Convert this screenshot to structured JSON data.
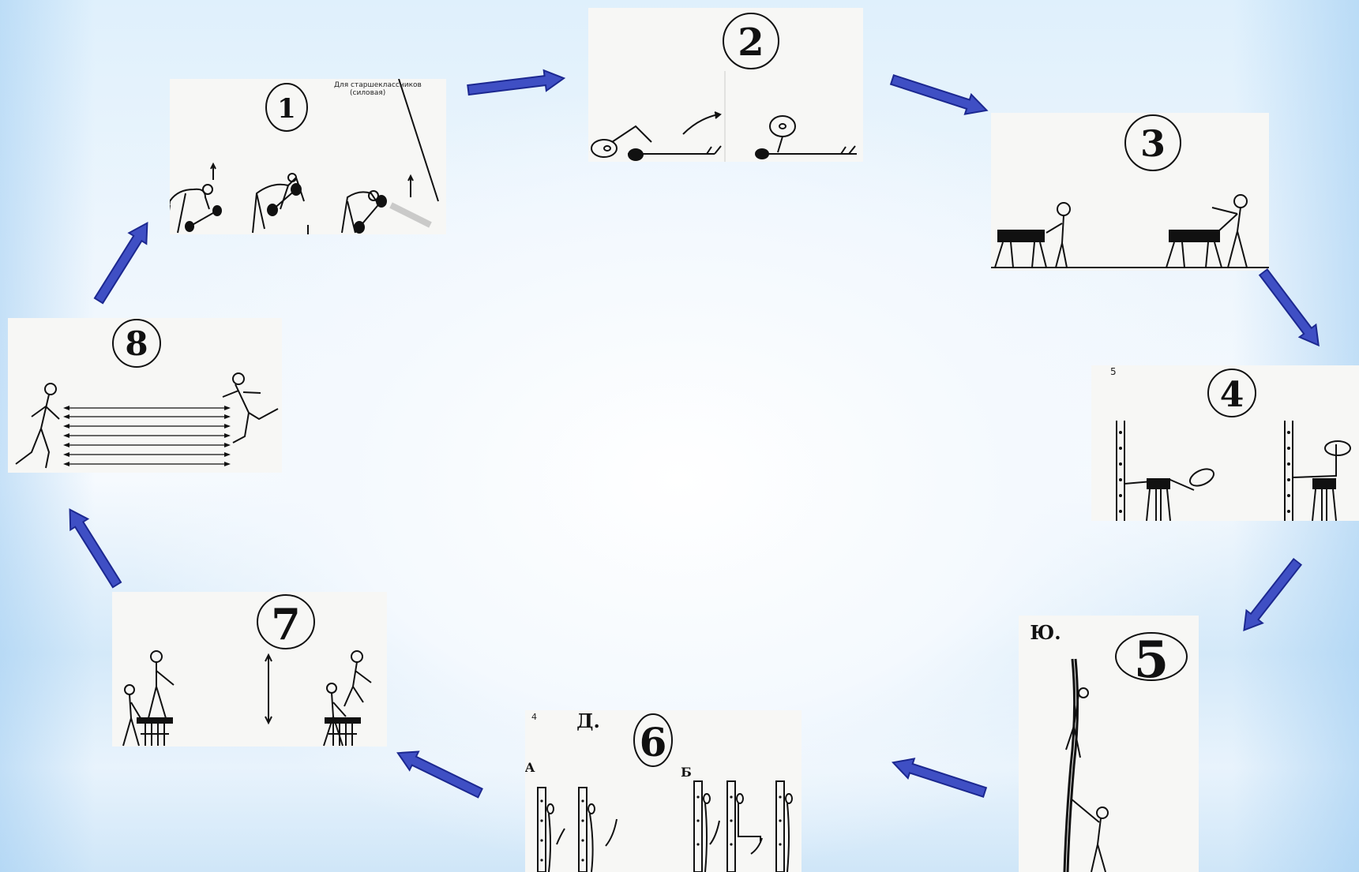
{
  "steps": [
    {
      "number": "1",
      "note_line1": "Для старшеклассников",
      "note_line2": "(силовая)"
    },
    {
      "number": "2"
    },
    {
      "number": "3"
    },
    {
      "number": "4",
      "corner_mark": "5"
    },
    {
      "number": "5",
      "letter": "Ю."
    },
    {
      "number": "6",
      "letter": "Д.",
      "sub_a": "А",
      "sub_b": "Б",
      "corner_mark": "4"
    },
    {
      "number": "7"
    },
    {
      "number": "8"
    }
  ],
  "colors": {
    "arrow_fill": "#3f4fc4",
    "arrow_stroke": "#1c2890",
    "ink": "#111111",
    "card": "#f7f7f5"
  },
  "arrow_icon": "block-arrow-icon"
}
